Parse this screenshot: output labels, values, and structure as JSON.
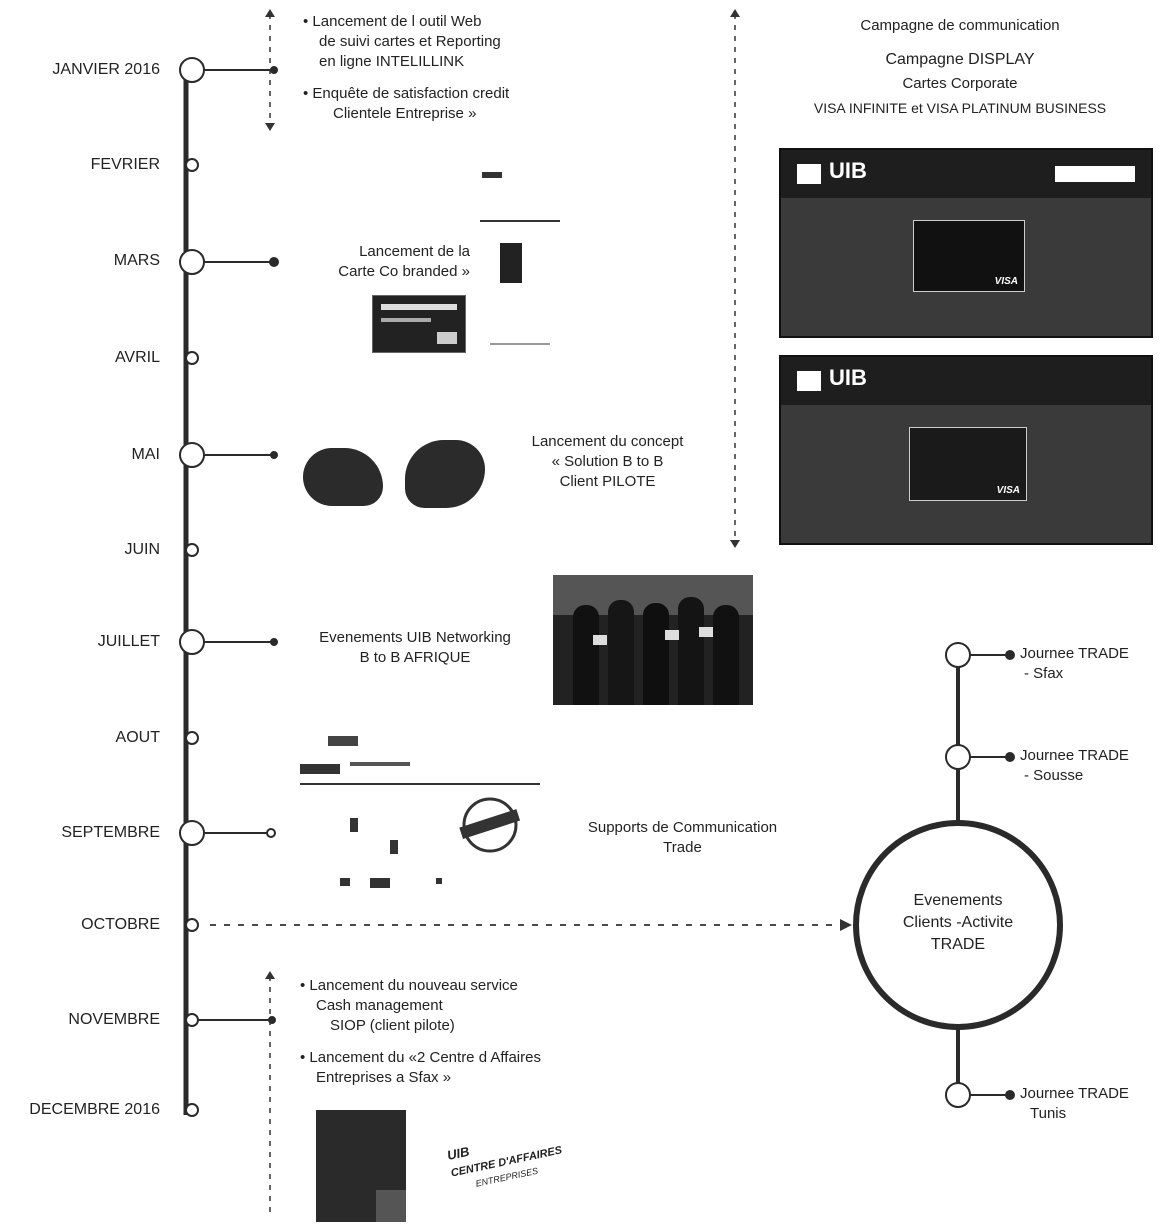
{
  "timeline": {
    "months": [
      {
        "key": "janvier",
        "label": "JANVIER 2016"
      },
      {
        "key": "fevrier",
        "label": "FEVRIER"
      },
      {
        "key": "mars",
        "label": "MARS"
      },
      {
        "key": "avril",
        "label": "AVRIL"
      },
      {
        "key": "mai",
        "label": "MAI"
      },
      {
        "key": "juin",
        "label": "JUIN"
      },
      {
        "key": "juillet",
        "label": "JUILLET"
      },
      {
        "key": "aout",
        "label": "AOUT"
      },
      {
        "key": "septembre",
        "label": "SEPTEMBRE"
      },
      {
        "key": "octobre",
        "label": "OCTOBRE"
      },
      {
        "key": "novembre",
        "label": "NOVEMBRE"
      },
      {
        "key": "decembre",
        "label": "DECEMBRE 2016"
      }
    ]
  },
  "events": {
    "janvier": {
      "bullet1_line1": "• Lancement de l outil Web",
      "bullet1_line2": "de suivi cartes et Reporting",
      "bullet1_line3": "en ligne INTELILLINK",
      "bullet2_line1": "• Enquête de satisfaction credit",
      "bullet2_line2": "Clientele Entreprise »"
    },
    "mars": {
      "line1": "Lancement de la",
      "line2": "Carte Co branded »"
    },
    "mai": {
      "line1": "Lancement du concept",
      "line2": "« Solution B to B",
      "line3": "Client PILOTE"
    },
    "juillet": {
      "line1": "Evenements UIB Networking",
      "line2": "B to B AFRIQUE"
    },
    "septembre": {
      "line1": "Supports de Communication",
      "line2": "Trade"
    },
    "novembre": {
      "bullet1_line1": "• Lancement du nouveau service",
      "bullet1_line2": "Cash management",
      "bullet1_line3": "SIOP  (client pilote)",
      "bullet2_line1": "• Lancement du «2   Centre d Affaires",
      "bullet2_line2": "Entreprises a Sfax »"
    }
  },
  "campaign": {
    "line1": "Campagne de communication",
    "line2": "Campagne DISPLAY",
    "line3": "Cartes Corporate",
    "line4": "VISA INFINITE et VISA PLATINUM BUSINESS",
    "ad_logo": "UIB",
    "card_brand": "VISA"
  },
  "trade": {
    "circle_line1": "Evenements",
    "circle_line2": "Clients -Activite",
    "circle_line3": "TRADE",
    "events": [
      {
        "line1": "Journee TRADE",
        "line2": "- Sfax"
      },
      {
        "line1": "Journee TRADE",
        "line2": "- Sousse"
      },
      {
        "line1": "Journee TRADE",
        "line2": "Tunis"
      }
    ]
  },
  "brochure": {
    "logo": "UIB",
    "line1": "CENTRE D'AFFAIRES",
    "line2": "ENTREPRISES"
  },
  "colors": {
    "line": "#2a2a2a",
    "dash": "#333333"
  }
}
